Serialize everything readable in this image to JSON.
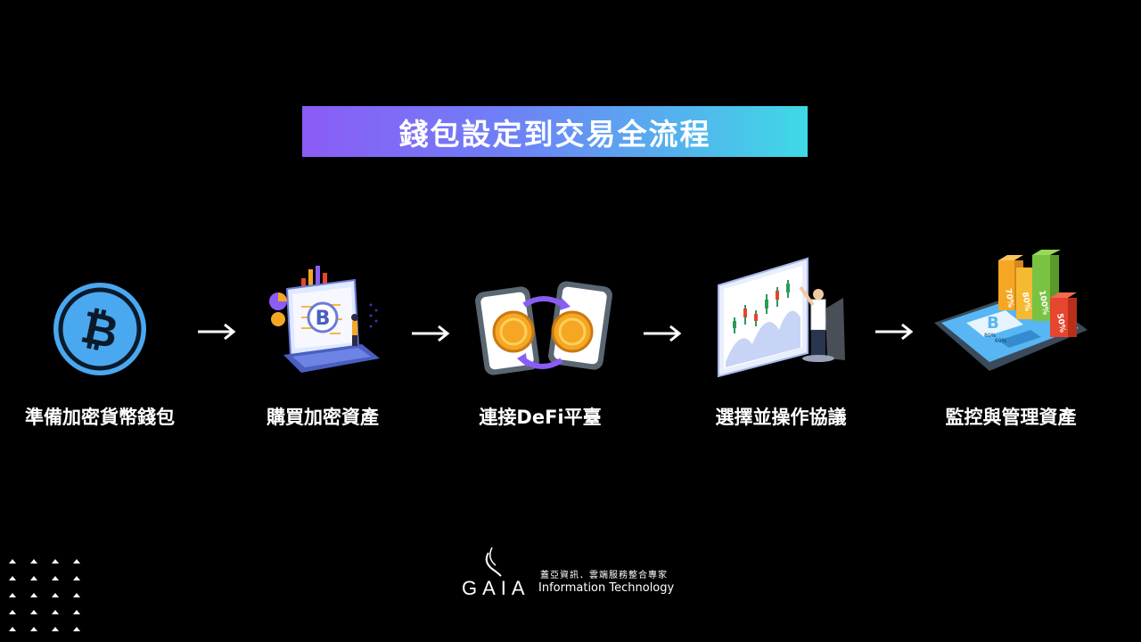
{
  "title": "錢包設定到交易全流程",
  "steps": [
    {
      "label": "準備加密貨幣錢包",
      "icon": "bitcoin-coin-icon"
    },
    {
      "label": "購買加密資產",
      "icon": "laptop-bitcoin-chart-icon"
    },
    {
      "label": "連接DeFi平臺",
      "icon": "phones-coin-exchange-icon"
    },
    {
      "label": "選擇並操作協議",
      "icon": "trading-chart-board-icon"
    },
    {
      "label": "監控與管理資產",
      "icon": "tablet-bar-chart-icon"
    }
  ],
  "chart_badges": [
    "70%",
    "80%",
    "100%",
    "50%"
  ],
  "tablet_labels": [
    "80%",
    "60%"
  ],
  "logo": {
    "brand": "GAIA",
    "tagline_zh": "蓋亞資訊．雲端服務整合專家",
    "tagline_en": "Information Technology"
  },
  "colors": {
    "background": "#000000",
    "banner_start": "#8b5cf6",
    "banner_end": "#3fd9e6",
    "coin_blue": "#4aa8f0"
  }
}
